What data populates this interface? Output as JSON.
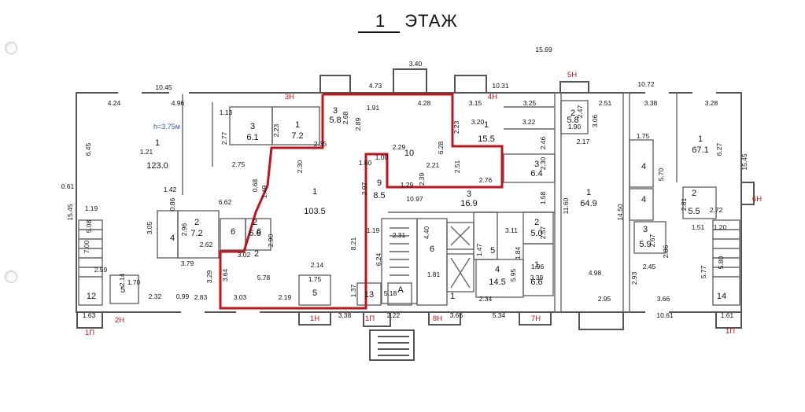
{
  "title": {
    "number": "1",
    "word": "ЭТАЖ"
  },
  "colors": {
    "wall": "#555555",
    "line": "#666666",
    "text": "#111111",
    "highlight": "#c0141c",
    "tag": "#d01010"
  },
  "annotations": {
    "height_note": "h=3.75м"
  },
  "rooms": [
    {
      "id": "1",
      "area": "123.0"
    },
    {
      "id": "1",
      "area": "103.5"
    },
    {
      "id": "1",
      "area": "7.2"
    },
    {
      "id": "1",
      "area": "15.5"
    },
    {
      "id": "1",
      "area": "64.9"
    },
    {
      "id": "1",
      "area": "67.1"
    },
    {
      "id": "2",
      "area": "7.2"
    },
    {
      "id": "2",
      "area": "6.6"
    },
    {
      "id": "2",
      "area": "5.0"
    },
    {
      "id": "2",
      "area": "5.5"
    },
    {
      "id": "2",
      "area": "5.8"
    },
    {
      "id": "3",
      "area": "5.8"
    },
    {
      "id": "3",
      "area": "6.1"
    },
    {
      "id": "3",
      "area": "6.4"
    },
    {
      "id": "3",
      "area": "16.9"
    },
    {
      "id": "3",
      "area": "5.9"
    },
    {
      "id": "4",
      "area": "14.5"
    },
    {
      "id": "9",
      "area": "8.5"
    },
    {
      "id": "1",
      "area": "6.6"
    }
  ],
  "room_labels": [
    "4",
    "4",
    "4",
    "5",
    "5",
    "5",
    "6",
    "6",
    "6",
    "10",
    "12",
    "13",
    "14",
    "A",
    "1",
    "2"
  ],
  "dimensions": [
    "10.45",
    "4.24",
    "4.96",
    "6.45",
    "15.45",
    "1.19",
    "5.08",
    "7.00",
    "2.59",
    "2.14",
    "1.70",
    "2.32",
    "2.83",
    "3.79",
    "3.05",
    "2.96",
    "2.62",
    "6.62",
    "3.29",
    "3.64",
    "5.78",
    "3.03",
    "2.19",
    "2.14",
    "1.75",
    "2.90",
    "3.02",
    "2.30",
    "2.23",
    "2.77",
    "2.75",
    "2.35",
    "3.40",
    "4.73",
    "1.91",
    "2.68",
    "2.89",
    "4.28",
    "2.23",
    "6.28",
    "2.51",
    "2.21",
    "2.39",
    "2.29",
    "1.80",
    "1.00",
    "2.97",
    "1.29",
    "10.97",
    "8.21",
    "1.19",
    "2.31",
    "4.40",
    "1.81",
    "5.18",
    "3.38",
    "2.22",
    "3.66",
    "5.34",
    "10.31",
    "3.15",
    "3.25",
    "3.20",
    "3.22",
    "2.46",
    "2.76",
    "2.30",
    "1.58",
    "3.11",
    "2.57",
    "1.96",
    "3.39",
    "5.95",
    "2.34",
    "1.84",
    "2.47",
    "1.90",
    "2.51",
    "3.06",
    "2.17",
    "11.60",
    "4.98",
    "2.95",
    "14.50",
    "10.72",
    "3.38",
    "3.28",
    "6.27",
    "15.45",
    "1.75",
    "5.70",
    "2.81",
    "2.72",
    "1.51",
    "1.20",
    "5.77",
    "5.80",
    "2.93",
    "2.45",
    "2.86",
    "2.67",
    "3.66",
    "10.61",
    "1.61",
    "15.69",
    "1.63",
    "1.47",
    "1.37",
    "0.99",
    "6.24",
    "0.61",
    "1.21",
    "1.13",
    "1.42",
    "0.86",
    "1.49",
    "0.68"
  ],
  "entrance_tags": [
    "2Н",
    "1Н",
    "1П",
    "8Н",
    "7Н",
    "1П",
    "1П",
    "3Н",
    "4Н",
    "5Н",
    "6Н"
  ]
}
